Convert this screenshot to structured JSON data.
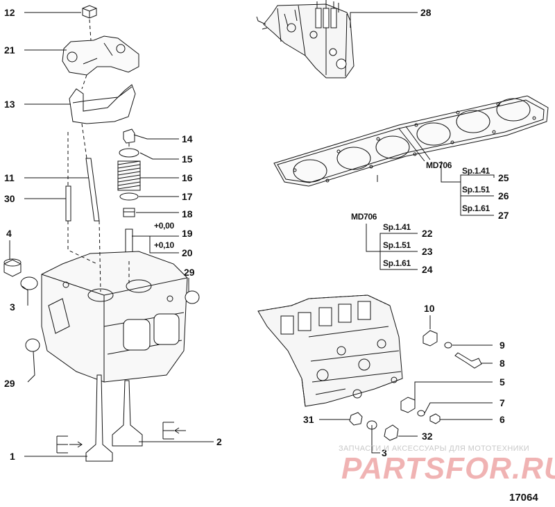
{
  "callouts": {
    "n12": "12",
    "n21": "21",
    "n13": "13",
    "n14": "14",
    "n15": "15",
    "n16": "16",
    "n11": "11",
    "n17": "17",
    "n30": "30",
    "n18": "18",
    "n4": "4",
    "n19": "19",
    "n20": "20",
    "n29a": "29",
    "n3a": "3",
    "n29b": "29",
    "n1": "1",
    "n2": "2",
    "n28": "28",
    "n25": "25",
    "n26": "26",
    "n27": "27",
    "n22": "22",
    "n23": "23",
    "n24": "24",
    "n10": "10",
    "n9": "9",
    "n8": "8",
    "n5": "5",
    "n7": "7",
    "n6": "6",
    "n31": "31",
    "n32": "32",
    "n3b": "3"
  },
  "specs": {
    "plus000": "+0,00",
    "plus010": "+0,10",
    "engine_a": "MD706",
    "sp141_a": "Sp.1.41",
    "sp151_a": "Sp.1.51",
    "sp161_a": "Sp.1.61",
    "engine_b": "MD706",
    "sp141_b": "Sp.1.41",
    "sp151_b": "Sp.1.51",
    "sp161_b": "Sp.1.61"
  },
  "figure_number": "17064",
  "watermark": {
    "line1": "ЗАПЧАСТИ И АКСЕССУАРЫ ДЛЯ МОТОТЕХНИКИ",
    "line2": "PARTSFOR.RU"
  },
  "colors": {
    "line": "#111111",
    "watermark_text": "#c8c8c8",
    "watermark_logo": "#f0b3b3"
  }
}
